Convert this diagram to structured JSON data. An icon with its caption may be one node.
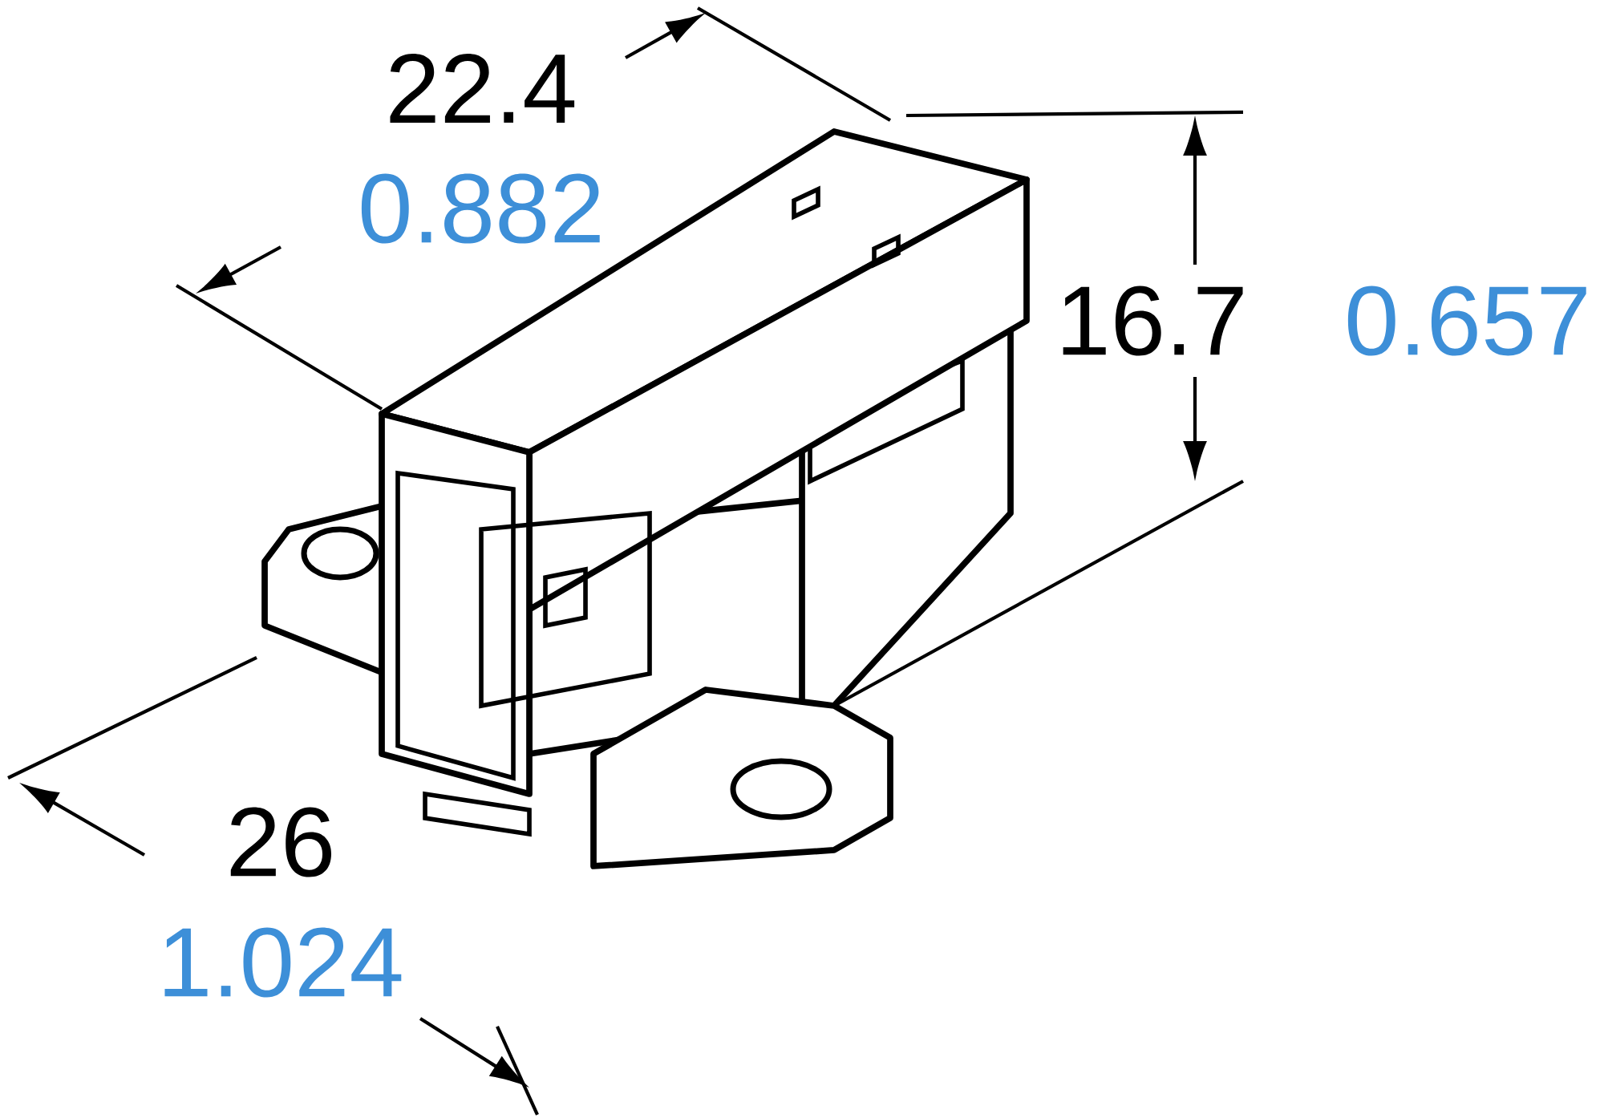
{
  "diagram": {
    "labels": [
      "22.4",
      "0.882",
      "16.7",
      "0.657",
      "26",
      "1.024"
    ]
  }
}
